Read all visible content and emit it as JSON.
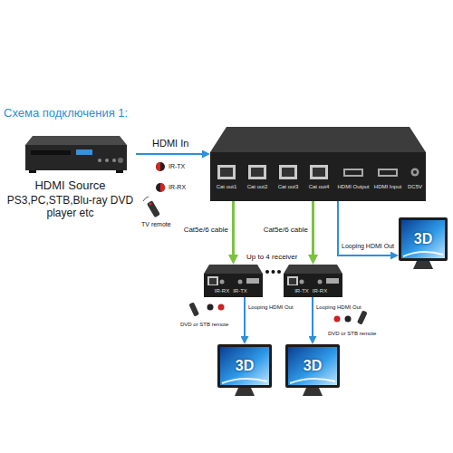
{
  "diagram": {
    "title": "Схема подключения 1:",
    "nodes": [
      {
        "text": [
          "HDMI Source",
          "PS3,PC,STB,Blu-ray DVD player etc"
        ]
      },
      {
        "text": [
          "Cat out1",
          "Cat out2",
          "Cat out3",
          "Cat out4",
          "HDMI Output",
          "HDMI Input",
          "DC5V"
        ]
      },
      {
        "text": [
          "3D"
        ]
      },
      {
        "text": [
          "IR-RX",
          "IR-TX"
        ]
      },
      {
        "text": [
          "IR-TX",
          "IR-RX"
        ]
      },
      {
        "text": [
          "3D"
        ]
      },
      {
        "text": [
          "3D"
        ]
      }
    ],
    "edges": [
      {
        "from": 0,
        "to": 1,
        "arrow": "to",
        "label": "HDMI In"
      },
      {
        "from": 1,
        "to": 3,
        "arrow": "to",
        "label": "Cat5e/6 cable"
      },
      {
        "from": 1,
        "to": 4,
        "arrow": "to",
        "label": "Cat5e/6 cable"
      },
      {
        "from": 1,
        "to": 2,
        "arrow": "to",
        "label": "Looping HDMI Out"
      },
      {
        "from": 3,
        "to": 5,
        "arrow": "to",
        "label": "Looping HDMI Out"
      },
      {
        "from": 4,
        "to": 6,
        "arrow": "to",
        "label": "Looping HDMI Out"
      }
    ],
    "labels": [
      "IR-TX",
      "IR-RX",
      "TV remote",
      "Up to 4 receiver",
      "DVD or STB remote",
      "DVD or STB remote"
    ]
  }
}
